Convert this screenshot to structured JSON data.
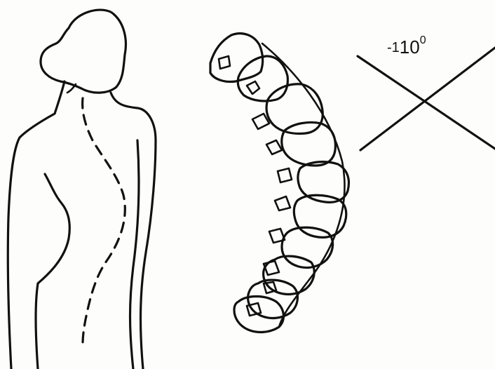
{
  "diagram": {
    "angle_label": {
      "prefix": "-1",
      "value": "10",
      "superscript": "0"
    }
  }
}
